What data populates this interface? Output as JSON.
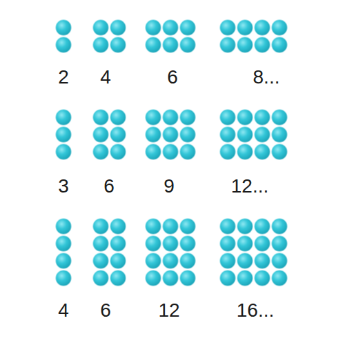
{
  "diagram": {
    "labels": [
      "2",
      "4",
      "6",
      "8...",
      "3",
      "6",
      "9",
      "12...",
      "4",
      "6",
      "12",
      "16..."
    ]
  }
}
